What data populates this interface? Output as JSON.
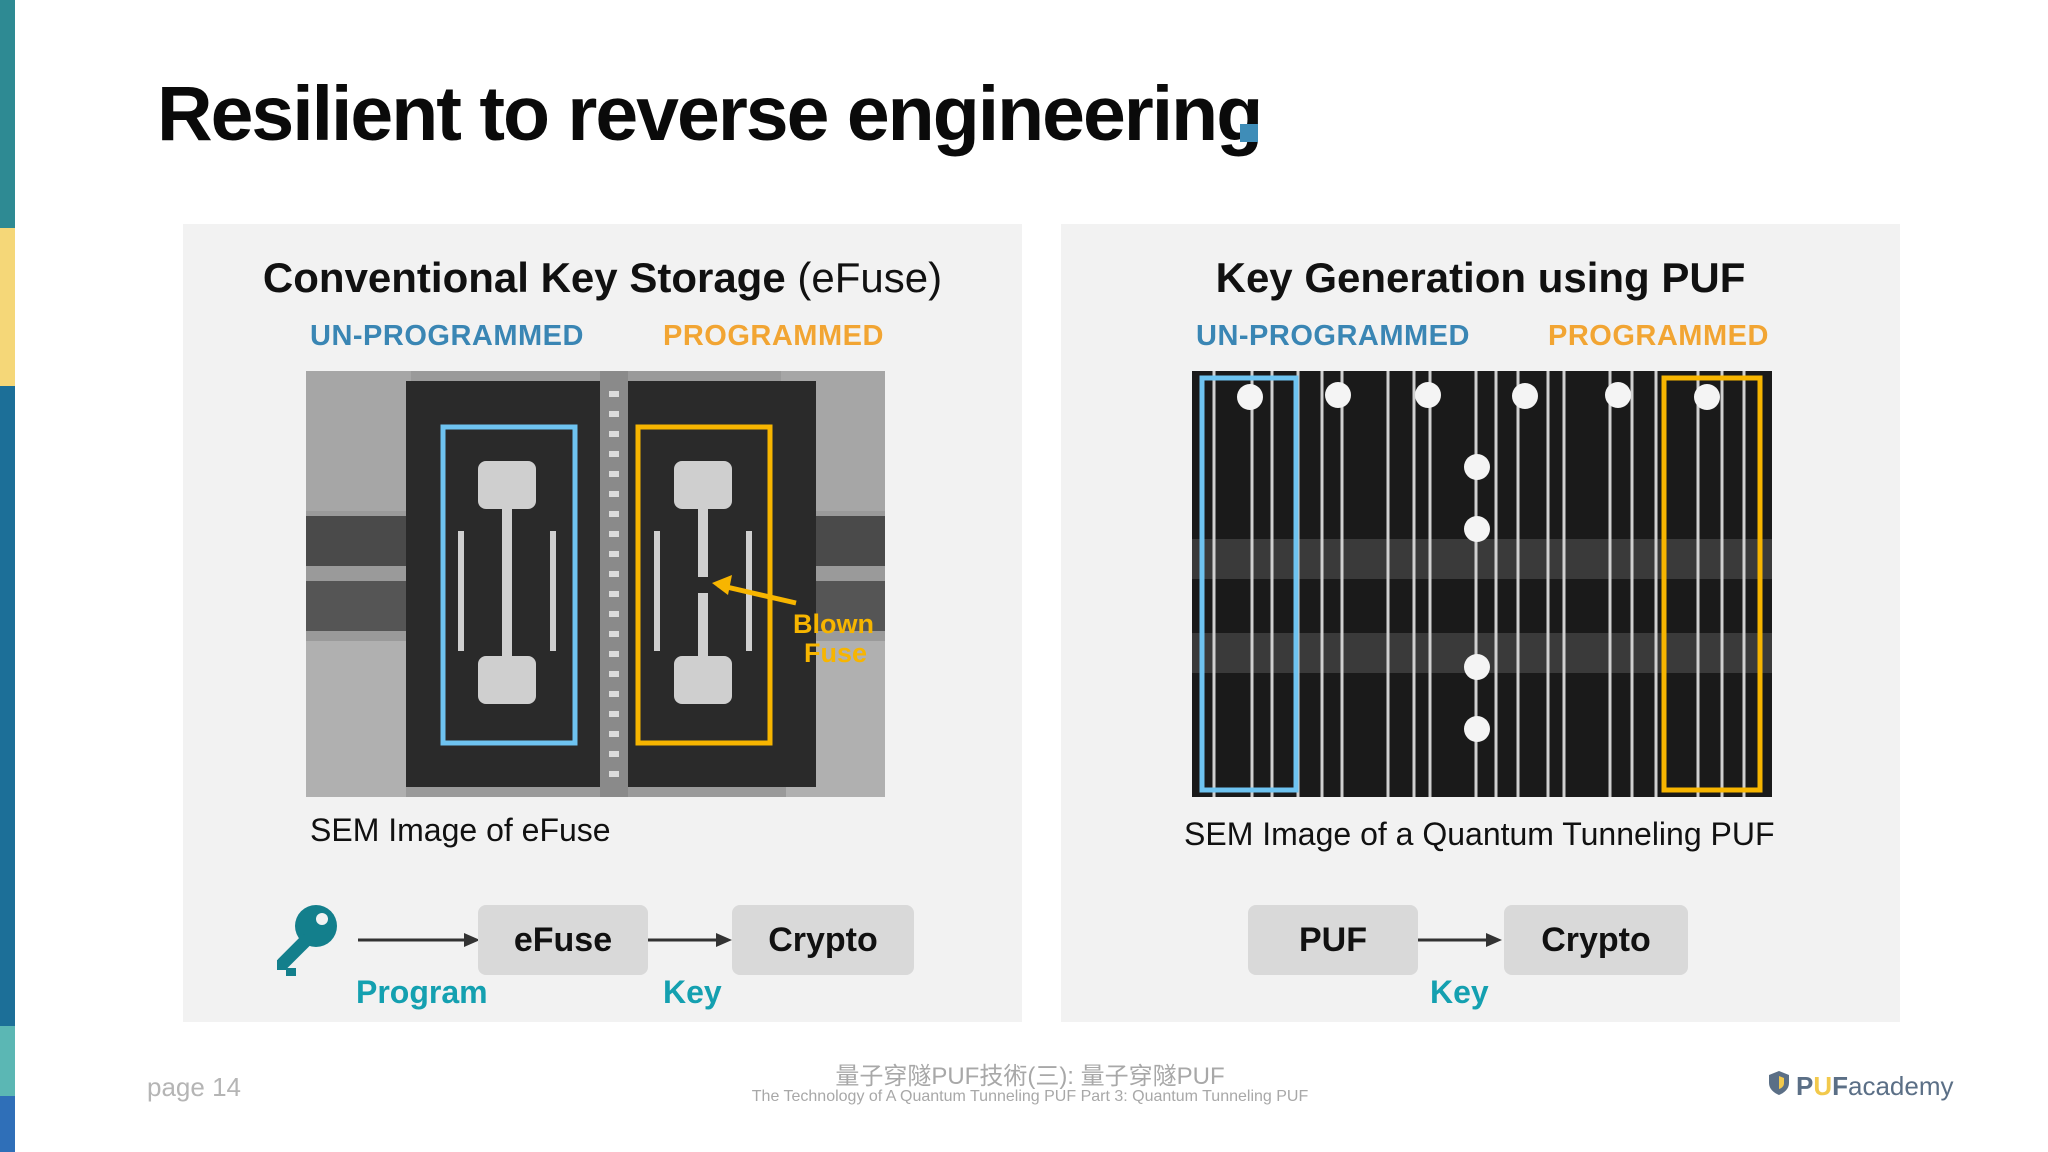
{
  "slide": {
    "title": "Resilient to reverse engineering",
    "page_label": "page 14",
    "footer_zh": "量子穿隧PUF技術(三): 量子穿隧PUF",
    "footer_en": "The Technology of A Quantum Tunneling PUF Part 3: Quantum Tunneling PUF",
    "logo": {
      "p": "P",
      "u": "U",
      "f": "F",
      "rest": "academy"
    }
  },
  "left_panel": {
    "title_bold": "Conventional Key Storage",
    "title_regular": " (eFuse)",
    "label_unprogrammed": "UN-PROGRAMMED",
    "label_programmed": "PROGRAMMED",
    "annotation_line1": "Blown",
    "annotation_line2": "Fuse",
    "caption": "SEM Image of eFuse",
    "flow": {
      "box1": "eFuse",
      "box2": "Crypto",
      "label1": "Program",
      "label2": "Key"
    }
  },
  "right_panel": {
    "title": "Key Generation using PUF",
    "label_unprogrammed": "UN-PROGRAMMED",
    "label_programmed": "PROGRAMMED",
    "caption": "SEM Image of a Quantum Tunneling PUF",
    "flow": {
      "box1": "PUF",
      "box2": "Crypto",
      "label1": "Key"
    }
  },
  "colors": {
    "accent_blue": "#3a86b4",
    "accent_orange": "#f2a533",
    "flow_teal": "#14a0b0",
    "highlight_blue": "#6ec3f0",
    "highlight_yellow": "#f7b500",
    "title_dot": "#3f8db8"
  },
  "icons": [
    "key-icon",
    "right-arrow-icon"
  ]
}
